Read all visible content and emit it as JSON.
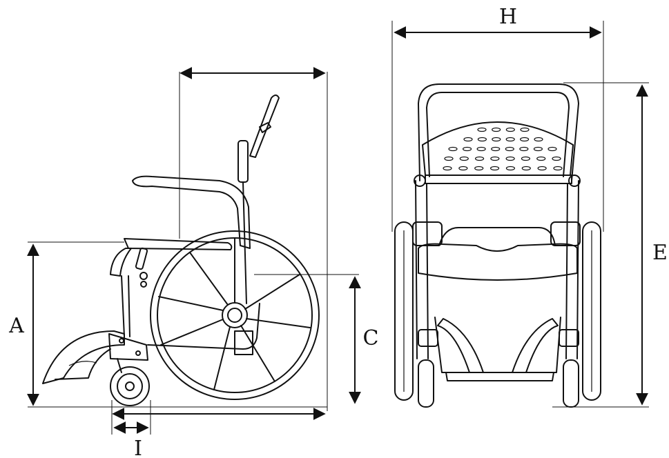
{
  "diagram": {
    "labels": {
      "a": "A",
      "c": "C",
      "e": "E",
      "h": "H",
      "i": "I"
    }
  }
}
